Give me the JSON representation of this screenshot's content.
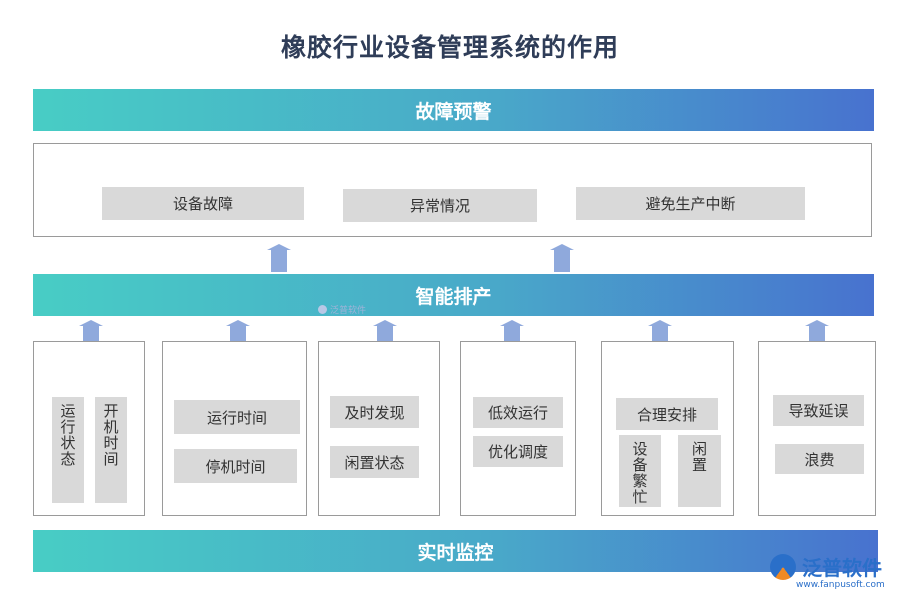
{
  "title": "橡胶行业设备管理系统的作用",
  "bands": {
    "top": "故障预警",
    "middle": "智能排产",
    "bottom": "实时监控"
  },
  "top_panel": {
    "items": [
      "设备故障",
      "异常情况",
      "避免生产中断"
    ]
  },
  "columns": [
    {
      "vertical": [
        "运行状态",
        "开机时间"
      ]
    },
    {
      "items": [
        "运行时间",
        "停机时间"
      ]
    },
    {
      "items": [
        "及时发现",
        "闲置状态"
      ]
    },
    {
      "items": [
        "低效运行",
        "优化调度"
      ]
    },
    {
      "items": [
        "合理安排"
      ],
      "vertical": [
        "设备繁忙",
        "闲置"
      ]
    },
    {
      "items": [
        "导致延误",
        "浪费"
      ]
    }
  ],
  "watermark": {
    "small": "泛普软件",
    "brand": "泛普软件",
    "url": "www.fanpusoft.com"
  },
  "colors": {
    "band_start": "#48cdc5",
    "band_end": "#4872cf",
    "chip": "#d9d9d9",
    "arrow": "#8fa9dc"
  }
}
